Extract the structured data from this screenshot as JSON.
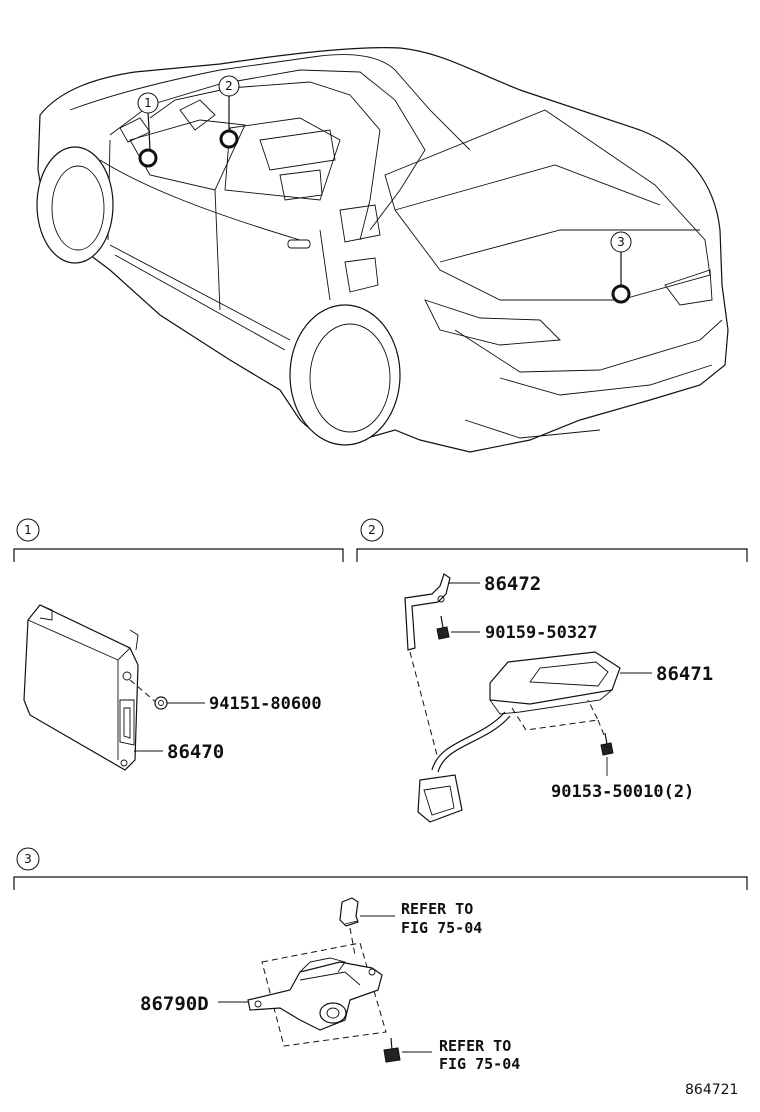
{
  "locations": [
    {
      "number": "1"
    },
    {
      "number": "2"
    },
    {
      "number": "3"
    }
  ],
  "sections": [
    {
      "number": "1",
      "parts": [
        {
          "part_no": "94151-80600"
        },
        {
          "part_no": "86470"
        }
      ]
    },
    {
      "number": "2",
      "parts": [
        {
          "part_no": "86472"
        },
        {
          "part_no": "90159-50327"
        },
        {
          "part_no": "86471"
        },
        {
          "part_no": "90153-50010(2)"
        }
      ]
    },
    {
      "number": "3",
      "parts": [
        {
          "part_no": "86790D"
        }
      ],
      "refs": [
        {
          "line1": "REFER TO",
          "line2": "FIG 75-04"
        },
        {
          "line1": "REFER TO",
          "line2": "FIG 75-04"
        }
      ]
    }
  ],
  "figure_number": "864721"
}
